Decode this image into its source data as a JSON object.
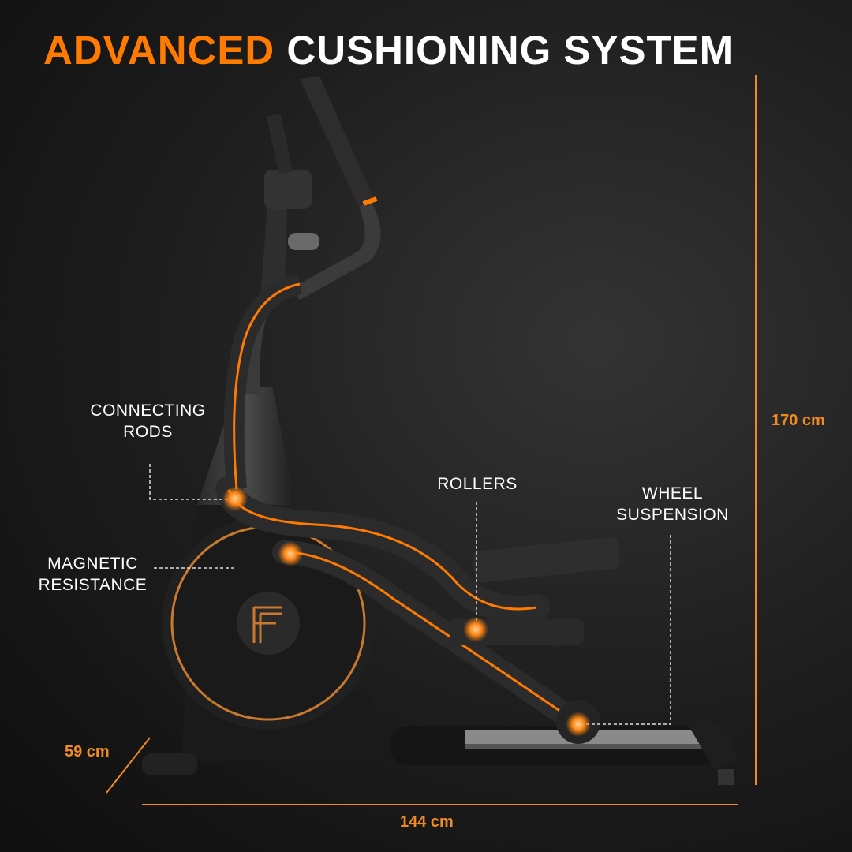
{
  "title": {
    "accent": "ADVANCED",
    "rest": "CUSHIONING SYSTEM"
  },
  "callouts": {
    "connecting_rods": [
      "CONNECTING",
      "RODS"
    ],
    "magnetic_resistance": [
      "MAGNETIC",
      "RESISTANCE"
    ],
    "rollers": "ROLLERS",
    "wheel_suspension": [
      "WHEEL",
      "SUSPENSION"
    ]
  },
  "dimensions": {
    "height": "170 cm",
    "length": "144 cm",
    "width": "59 cm"
  },
  "colors": {
    "accent": "#ff7a00",
    "dimension": "#f08a24",
    "background": "#1c1c1c"
  }
}
